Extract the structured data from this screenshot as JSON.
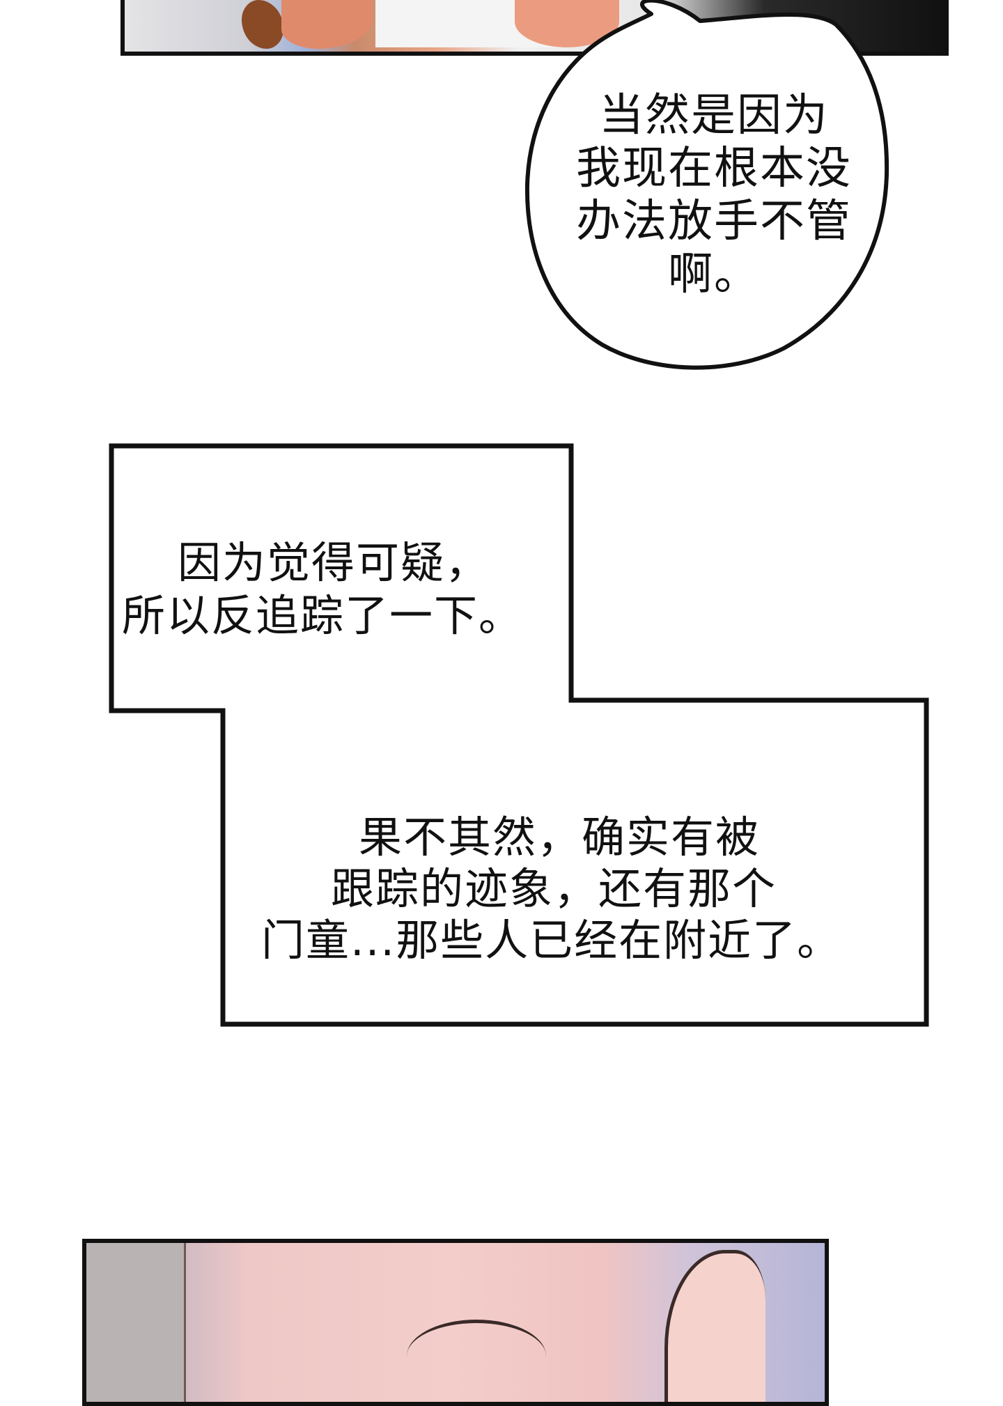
{
  "bubble": {
    "lines": [
      "当然是因为",
      "我现在根本没",
      "办法放手不管",
      "啊。"
    ]
  },
  "narration_1": {
    "lines": [
      "因为觉得可疑，",
      "所以反追踪了一下。"
    ]
  },
  "narration_2": {
    "lines": [
      "果不其然，确实有被",
      "跟踪的迹象，还有那个",
      "门童...那些人已经在附近了。"
    ]
  },
  "colors": {
    "ink": "#111111",
    "paper": "#ffffff"
  }
}
